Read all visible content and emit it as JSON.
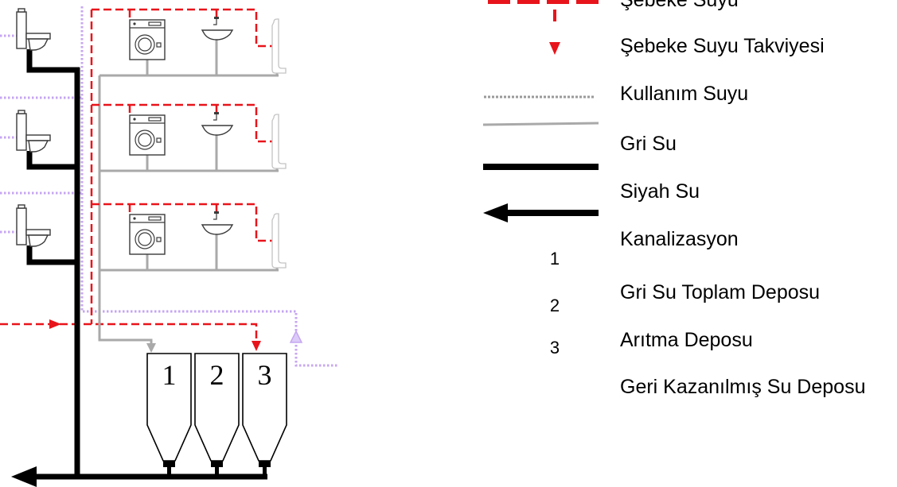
{
  "legend": {
    "items": [
      {
        "label": "Şebeke Suyu"
      },
      {
        "label": "Şebeke Suyu Takviyesi"
      },
      {
        "label": "Kullanım Suyu"
      },
      {
        "label": "Gri Su"
      },
      {
        "label": "Siyah Su"
      },
      {
        "label": "Kanalizasyon"
      },
      {
        "label": "Gri Su Toplam Deposu"
      },
      {
        "label": "Arıtma Deposu"
      },
      {
        "label": "Geri Kazanılmış Su Deposu"
      }
    ],
    "numbers": [
      "1",
      "2",
      "3"
    ]
  },
  "diagram": {
    "tanks": [
      {
        "label": "1"
      },
      {
        "label": "2"
      },
      {
        "label": "3"
      }
    ],
    "icons": [
      "toilet-icon",
      "washing-machine-icon",
      "sink-icon",
      "shower-tray-icon"
    ]
  },
  "colors": {
    "mains_water": "#e8141b",
    "grey_water": "#a9a9a9",
    "usage_water": "#c6a6f2",
    "black_water": "#000000",
    "legend_usage_water": "#9a9a9a"
  }
}
